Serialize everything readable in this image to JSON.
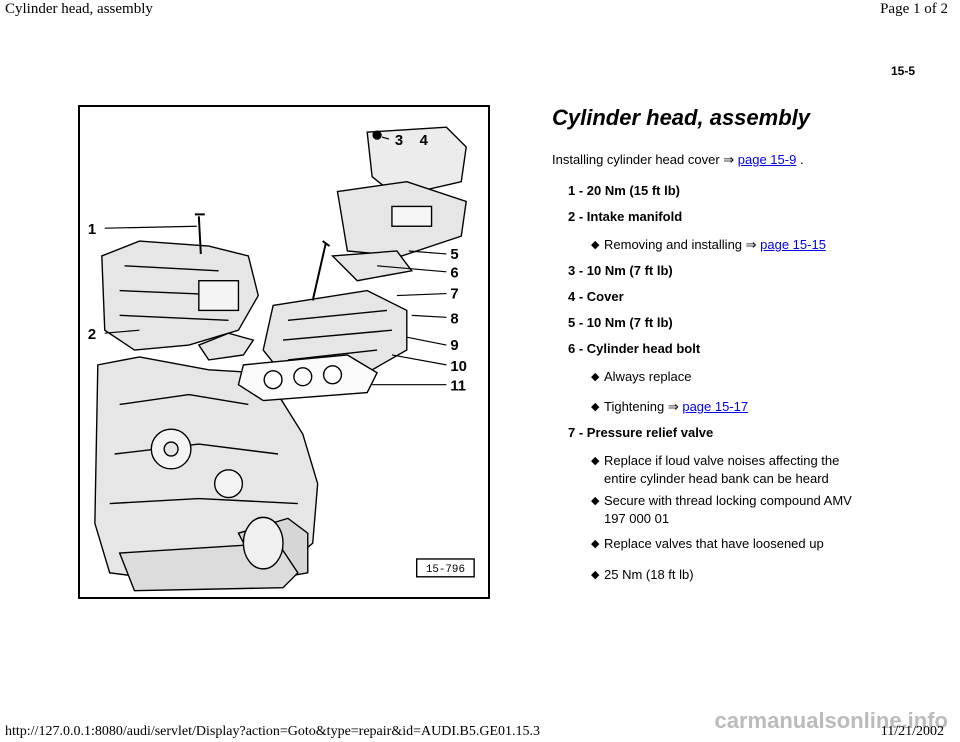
{
  "header": {
    "title": "Cylinder head, assembly",
    "page_indicator": "Page 1 of 2"
  },
  "page_number": "15-5",
  "figure": {
    "code": "15-796",
    "callouts": [
      "1",
      "2",
      "3",
      "4",
      "5",
      "6",
      "7",
      "8",
      "9",
      "10",
      "11"
    ]
  },
  "doc": {
    "title": "Cylinder head, assembly",
    "intro": {
      "text": "Installing cylinder head cover ⇒ ",
      "link": "page 15-9",
      "suffix": " ."
    },
    "items": [
      {
        "label": "1 - 20 Nm (15 ft lb)"
      },
      {
        "label": "2 - Intake manifold",
        "subs": [
          {
            "text": "Removing and installing ⇒ ",
            "link": "page 15-15"
          }
        ]
      },
      {
        "label": "3 - 10 Nm (7 ft lb)"
      },
      {
        "label": "4 - Cover"
      },
      {
        "label": "5 - 10 Nm (7 ft lb)"
      },
      {
        "label": "6 - Cylinder head bolt",
        "subs": [
          {
            "text": "Always replace"
          },
          {
            "text": "Tightening ⇒ ",
            "link": "page 15-17"
          }
        ]
      },
      {
        "label": "7 - Pressure relief valve",
        "subs": [
          {
            "text": "Replace if loud valve noises affecting the",
            "text2": "entire cylinder head bank can be heard"
          },
          {
            "text": "Secure with thread locking compound AMV",
            "text2": "197 000 01"
          },
          {
            "text": "Replace valves that have loosened up"
          },
          {
            "text": "25 Nm (18 ft lb)"
          }
        ]
      }
    ]
  },
  "footer": {
    "url": "http://127.0.0.1:8080/audi/servlet/Display?action=Goto&type=repair&id=AUDI.B5.GE01.15.3",
    "date": "11/21/2002",
    "watermark": "carmanualsonline.info"
  }
}
